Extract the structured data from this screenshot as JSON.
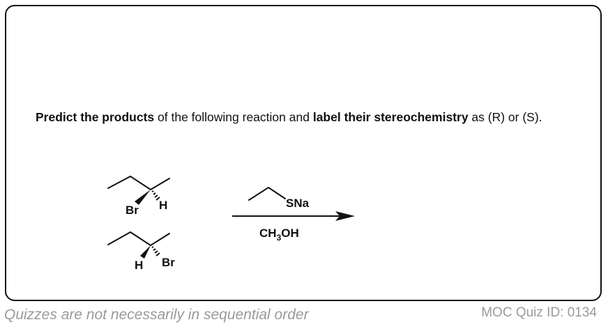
{
  "question": {
    "bold_1": "Predict the products",
    "text_1": " of the following reaction and ",
    "bold_2": "label their stereochemistry",
    "text_2": " as (R) or (S)."
  },
  "molecule_1": {
    "label_br": "Br",
    "label_h": "H"
  },
  "molecule_2": {
    "label_h": "H",
    "label_br": "Br"
  },
  "reagent": {
    "above_arrow": "SNa",
    "solvent_main": "CH",
    "solvent_sub": "3",
    "solvent_end": "OH"
  },
  "footer": {
    "left": "Quizzes are not necessarily in sequential order",
    "right": "MOC Quiz ID: 0134"
  }
}
